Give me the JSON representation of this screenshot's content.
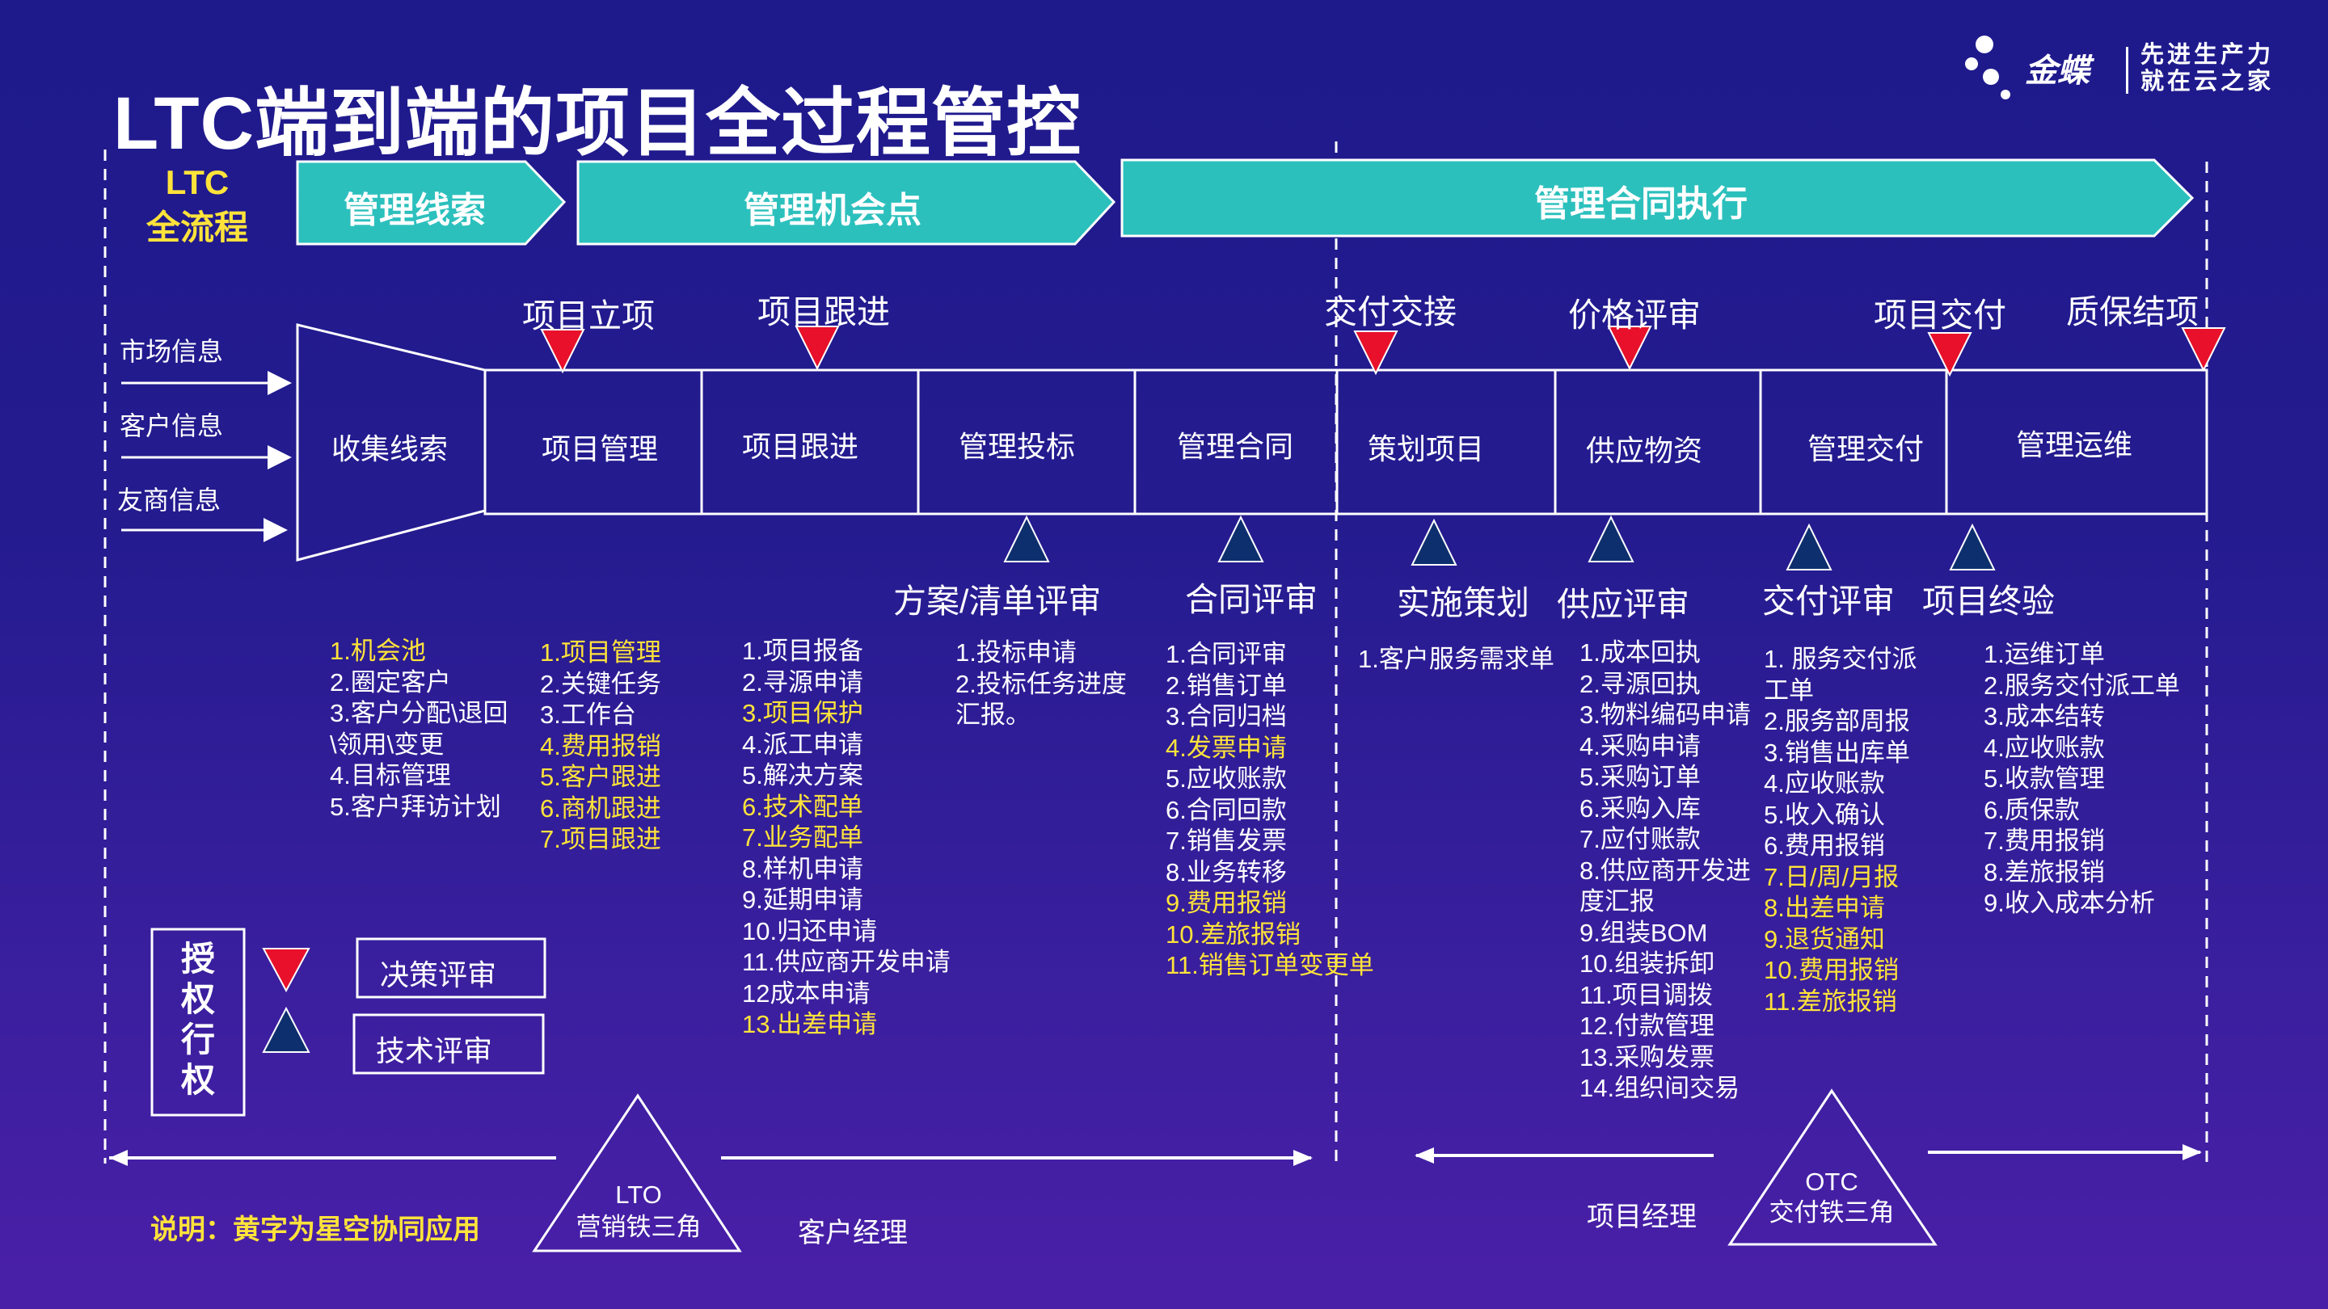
{
  "title": "LTC端到端的项目全过程管控",
  "brand": {
    "name": "金蝶",
    "slogan_line1": "先进生产力",
    "slogan_line2": "就在云之家"
  },
  "ltc_label": [
    "LTC",
    "全流程"
  ],
  "phases": [
    "管理线索",
    "管理机会点",
    "管理合同执行"
  ],
  "inputs": [
    "市场信息",
    "客户信息",
    "友商信息"
  ],
  "stages": [
    "收集线索",
    "项目管理",
    "项目跟进",
    "管理投标",
    "管理合同",
    "策划项目",
    "供应物资",
    "管理交付",
    "管理运维"
  ],
  "decision_points": [
    "项目立项",
    "项目跟进",
    "交付交接",
    "价格评审",
    "项目交付",
    "质保结项"
  ],
  "tech_reviews": [
    "方案/清单评审",
    "合同评审",
    "实施策划",
    "供应评审",
    "交付评审",
    "项目终验"
  ],
  "lists": [
    {
      "items": [
        {
          "text": "1.机会池",
          "hl": true
        },
        {
          "text": "2.圈定客户",
          "hl": false
        },
        {
          "text": "3.客户分配\\退回",
          "hl": false
        },
        {
          "text": "\\领用\\变更",
          "hl": false
        },
        {
          "text": "4.目标管理",
          "hl": false
        },
        {
          "text": "5.客户拜访计划",
          "hl": false
        }
      ]
    },
    {
      "items": [
        {
          "text": "1.项目管理",
          "hl": true
        },
        {
          "text": "2.关键任务",
          "hl": false
        },
        {
          "text": "3.工作台",
          "hl": false
        },
        {
          "text": "4.费用报销",
          "hl": true
        },
        {
          "text": "5.客户跟进",
          "hl": true
        },
        {
          "text": "6.商机跟进",
          "hl": true
        },
        {
          "text": "7.项目跟进",
          "hl": true
        }
      ]
    },
    {
      "items": [
        {
          "text": "1.项目报备",
          "hl": false
        },
        {
          "text": "2.寻源申请",
          "hl": false
        },
        {
          "text": "3.项目保护",
          "hl": true
        },
        {
          "text": "4.派工申请",
          "hl": false
        },
        {
          "text": "5.解决方案",
          "hl": false
        },
        {
          "text": "6.技术配单",
          "hl": true
        },
        {
          "text": "7.业务配单",
          "hl": true
        },
        {
          "text": "8.样机申请",
          "hl": false
        },
        {
          "text": "9.延期申请",
          "hl": false
        },
        {
          "text": "10.归还申请",
          "hl": false
        },
        {
          "text": "11.供应商开发申请",
          "hl": false
        },
        {
          "text": "12成本申请",
          "hl": false
        },
        {
          "text": "13.出差申请",
          "hl": true
        }
      ]
    },
    {
      "items": [
        {
          "text": "1.投标申请",
          "hl": false
        },
        {
          "text": "2.投标任务进度",
          "hl": false
        },
        {
          "text": "汇报。",
          "hl": false
        }
      ]
    },
    {
      "items": [
        {
          "text": "1.合同评审",
          "hl": false
        },
        {
          "text": "2.销售订单",
          "hl": false
        },
        {
          "text": "3.合同归档",
          "hl": false
        },
        {
          "text": "4.发票申请",
          "hl": true
        },
        {
          "text": "5.应收账款",
          "hl": false
        },
        {
          "text": "6.合同回款",
          "hl": false
        },
        {
          "text": "7.销售发票",
          "hl": false
        },
        {
          "text": "8.业务转移",
          "hl": false
        },
        {
          "text": "9.费用报销",
          "hl": true
        },
        {
          "text": "10.差旅报销",
          "hl": true
        },
        {
          "text": "11.销售订单变更单",
          "hl": true
        }
      ]
    },
    {
      "items": [
        {
          "text": "1.客户服务需求单",
          "hl": false
        }
      ]
    },
    {
      "items": [
        {
          "text": "1.成本回执",
          "hl": false
        },
        {
          "text": "2.寻源回执",
          "hl": false
        },
        {
          "text": "3.物料编码申请",
          "hl": false
        },
        {
          "text": "4.采购申请",
          "hl": false
        },
        {
          "text": "5.采购订单",
          "hl": false
        },
        {
          "text": "6.采购入库",
          "hl": false
        },
        {
          "text": "7.应付账款",
          "hl": false
        },
        {
          "text": "8.供应商开发进",
          "hl": false
        },
        {
          "text": "度汇报",
          "hl": false
        },
        {
          "text": "9.组装BOM",
          "hl": false
        },
        {
          "text": "10.组装拆卸",
          "hl": false
        },
        {
          "text": "11.项目调拨",
          "hl": false
        },
        {
          "text": "12.付款管理",
          "hl": false
        },
        {
          "text": "13.采购发票",
          "hl": false
        },
        {
          "text": "14.组织间交易",
          "hl": false
        }
      ]
    },
    {
      "items": [
        {
          "text": "1. 服务交付派",
          "hl": false
        },
        {
          "text": "工单",
          "hl": false
        },
        {
          "text": "2.服务部周报",
          "hl": false
        },
        {
          "text": "3.销售出库单",
          "hl": false
        },
        {
          "text": "4.应收账款",
          "hl": false
        },
        {
          "text": "5.收入确认",
          "hl": false
        },
        {
          "text": "6.费用报销",
          "hl": false
        },
        {
          "text": "7.日/周/月报",
          "hl": true
        },
        {
          "text": "8.出差申请",
          "hl": true
        },
        {
          "text": "9.退货通知",
          "hl": true
        },
        {
          "text": "10.费用报销",
          "hl": true
        },
        {
          "text": "11.差旅报销",
          "hl": true
        }
      ]
    },
    {
      "items": [
        {
          "text": "1.运维订单",
          "hl": false
        },
        {
          "text": "2.服务交付派工单",
          "hl": false
        },
        {
          "text": "3.成本结转",
          "hl": false
        },
        {
          "text": "4.应收账款",
          "hl": false
        },
        {
          "text": "5.收款管理",
          "hl": false
        },
        {
          "text": "6.质保款",
          "hl": false
        },
        {
          "text": "7.费用报销",
          "hl": false
        },
        {
          "text": "8.差旅报销",
          "hl": false
        },
        {
          "text": "9.收入成本分析",
          "hl": false
        }
      ]
    }
  ],
  "legend": {
    "auth": [
      "授",
      "权",
      "行",
      "权"
    ],
    "decision": "决策评审",
    "technical": "技术评审"
  },
  "note": "说明：黄字为星空协同应用",
  "lto_triangle": [
    "LTO",
    "营销铁三角"
  ],
  "otc_triangle": [
    "OTC",
    "交付铁三角"
  ],
  "roles": {
    "customer_manager": "客户经理",
    "project_manager": "项目经理"
  },
  "colors": {
    "background_top": "#1e1a8c",
    "background_bottom": "#4a1fa8",
    "phase_fill": "#2cc0bd",
    "decision_marker": "#e8102a",
    "tech_marker": "#0e2f6e",
    "highlight_text": "#ffe33a"
  }
}
